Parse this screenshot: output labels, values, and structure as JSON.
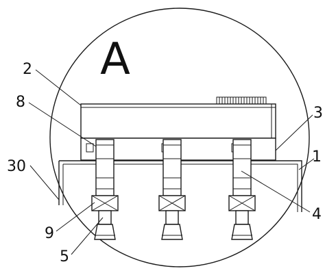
{
  "detail_letter": "A",
  "labels": {
    "l2": "2",
    "l8": "8",
    "l30": "30",
    "l9": "9",
    "l5": "5",
    "l3": "3",
    "l1": "1",
    "l4": "4"
  }
}
